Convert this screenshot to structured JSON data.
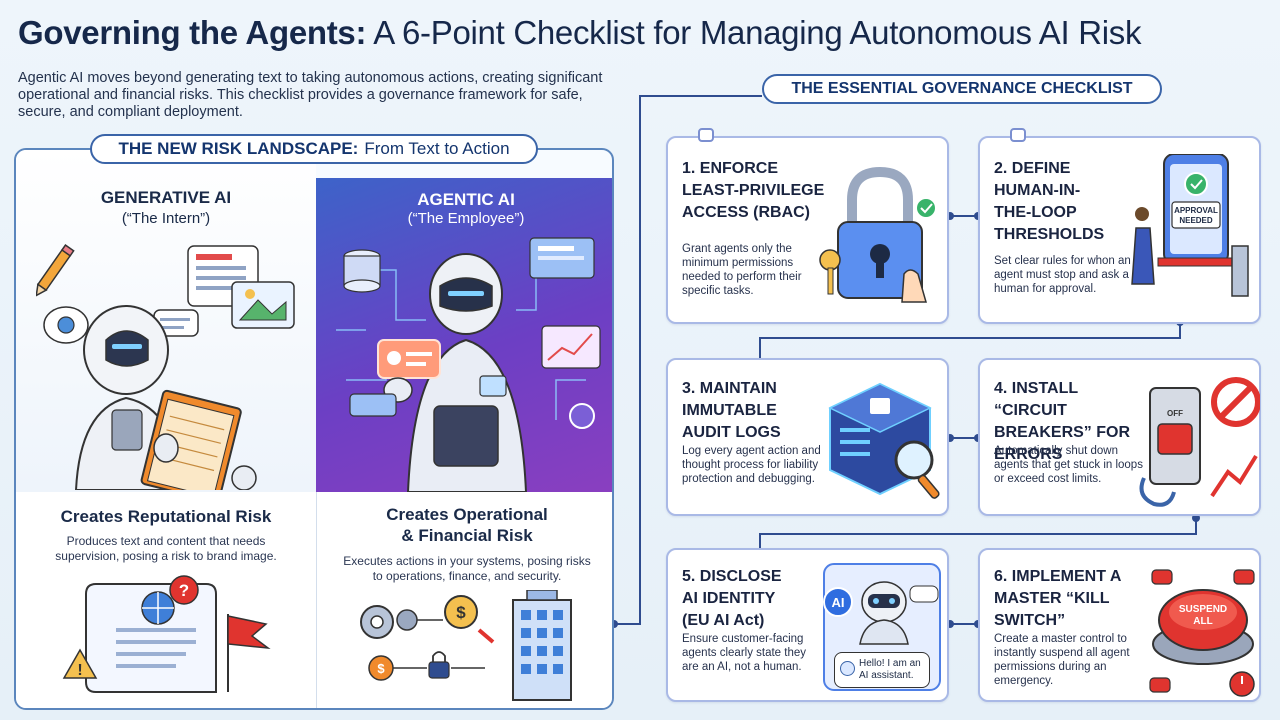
{
  "title": {
    "bold": "Governing the Agents:",
    "rest": "A 6-Point Checklist for Managing Autonomous AI Risk"
  },
  "intro": "Agentic AI moves beyond generating text to taking autonomous actions, creating significant operational and financial risks. This checklist provides a governance framework for safe, secure, and compliant deployment.",
  "risk_landscape": {
    "banner_bold": "THE NEW RISK LANDSCAPE:",
    "banner_rest": "From Text to Action",
    "generative": {
      "heading": "GENERATIVE AI",
      "subtitle": "(“The Intern”)",
      "risk_title": "Creates Reputational Risk",
      "risk_desc": "Produces text and content that needs supervision, posing a risk to brand image."
    },
    "agentic": {
      "heading": "AGENTIC AI",
      "subtitle": "(“The Employee”)",
      "risk_title_1": "Creates Operational",
      "risk_title_2": "& Financial Risk",
      "risk_desc": "Executes actions in your systems, posing risks to operations, finance, and security."
    }
  },
  "checklist": {
    "banner": "THE ESSENTIAL GOVERNANCE CHECKLIST",
    "items": [
      {
        "title": "1. ENFORCE LEAST-PRIVILEGE ACCESS (RBAC)",
        "desc": "Grant agents only the minimum permissions needed to perform their specific tasks."
      },
      {
        "title": "2. DEFINE HUMAN-IN-THE-LOOP THRESHOLDS",
        "desc": "Set clear rules for whon an agent must stop and ask a human for approval.",
        "badge": "APPROVAL NEEDED"
      },
      {
        "title": "3. MAINTAIN IMMUTABLE AUDIT LOGS",
        "desc": "Log every agent action and thought process for liability protection and debugging."
      },
      {
        "title": "4. INSTALL “CIRCUIT BREAKERS” FOR ERRORS",
        "desc": "Automatically shut down agents that get stuck in loops or exceed cost limits.",
        "switch_label": "OFF"
      },
      {
        "title": "5. DISCLOSE AI IDENTITY (EU AI Act)",
        "desc": "Ensure customer-facing agents clearly state they are an AI, not a human.",
        "ai_badge": "AI",
        "bubble": "Hello! I am an AI assistant."
      },
      {
        "title": "6. IMPLEMENT A MASTER “KILL SWITCH”",
        "desc": "Create a master control to instantly suspend all agent permissions during an emergency.",
        "button_label_1": "SUSPEND",
        "button_label_2": "ALL"
      }
    ]
  },
  "colors": {
    "navy": "#16284a",
    "accent_blue": "#3a64a8",
    "agentic_purple": "#6c3fc4",
    "warning_red": "#e0342f",
    "card_border": "#a9b9e6"
  }
}
